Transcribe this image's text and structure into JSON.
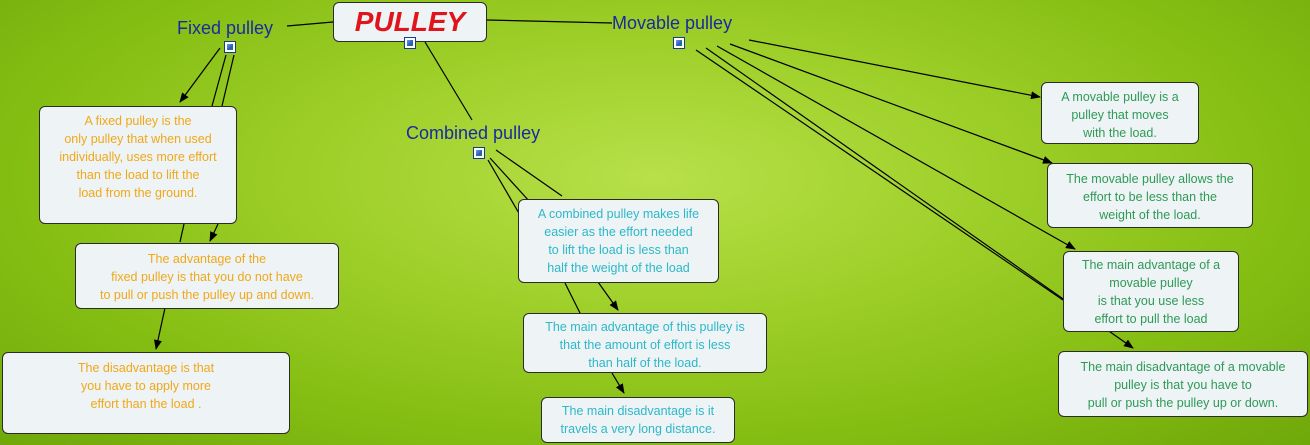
{
  "title": "PULLEY",
  "concepts": {
    "fixed": "Fixed pulley",
    "movable": "Movable pulley",
    "combined": "Combined pulley"
  },
  "icons": [
    "image-icon"
  ],
  "fixed_nodes": [
    "A fixed pulley is the\nonly pulley that when used\nindividually, uses more effort\nthan the  load to lift the\nload from the ground.",
    "The advantage of the\nfixed pulley is that you do not have\nto pull or push  the pulley up and down.",
    "The disadvantage is that\nyou have to apply more\neffort than the load ."
  ],
  "combined_nodes": [
    "A combined pulley makes life\neasier as the effort needed\nto lift the load is less than\nhalf the weight of the load",
    "The main advantage of this pulley is\nthat the amount of effort is less\nthan half of the load.",
    "The main disadvantage is it\ntravels a very long distance."
  ],
  "movable_nodes": [
    "A movable  pulley  is a\npulley that moves\nwith the load.",
    "The movable pulley allows the\neffort to be less than the\nweight of the load.",
    "The main advantage of a\nmovable pulley\nis that you use less\neffort to pull the load",
    "The main disadvantage of a movable\npulley is that you have to\npull or push the pulley up or down."
  ],
  "colors": {
    "fixed_text": "#f0a818",
    "combined_text": "#2cb8c8",
    "movable_text": "#2e9a56",
    "title_text": "#e0141c",
    "concept_text": "#1a2aa0"
  }
}
